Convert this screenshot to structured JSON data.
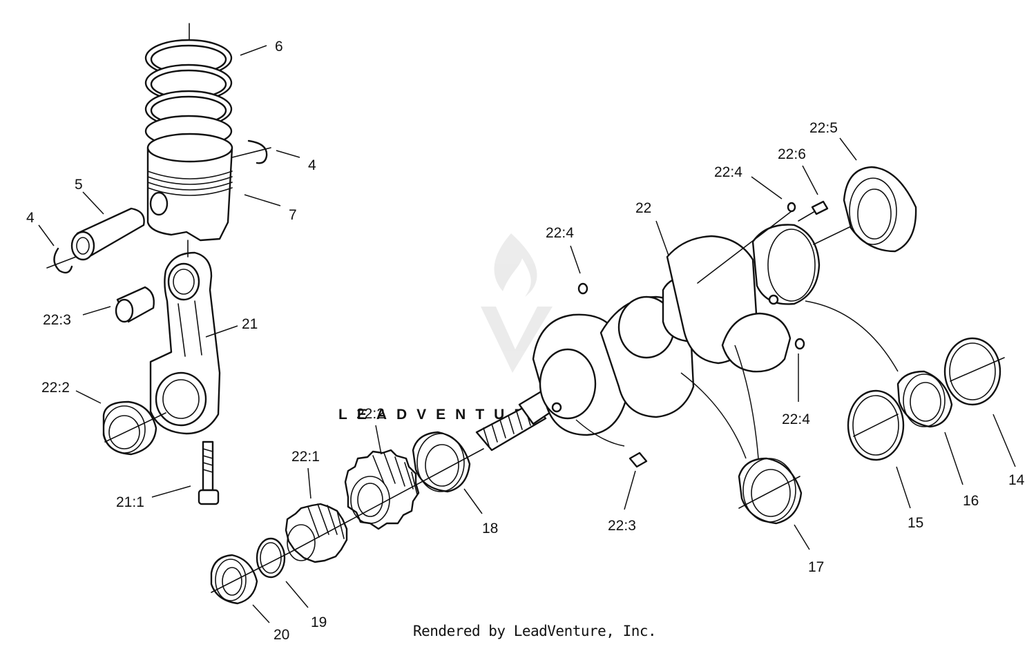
{
  "watermark": {
    "brand": "LEADVENTURE"
  },
  "credit": "Rendered by LeadVenture, Inc.",
  "callouts": {
    "c6": "6",
    "c4a": "4",
    "c4b": "4",
    "c5": "5",
    "c7": "7",
    "c22_3a": "22:3",
    "c21": "21",
    "c22_2a": "22:2",
    "c21_1": "21:1",
    "c22_2b": "22:2",
    "c22_1": "22:1",
    "c18": "18",
    "c20": "20",
    "c19": "19",
    "c22_4a": "22:4",
    "c22": "22",
    "c22_4b": "22:4",
    "c22_6": "22:6",
    "c22_5": "22:5",
    "c22_4c": "22:4",
    "c22_3b": "22:3",
    "c17": "17",
    "c15": "15",
    "c16": "16",
    "c14": "14"
  }
}
